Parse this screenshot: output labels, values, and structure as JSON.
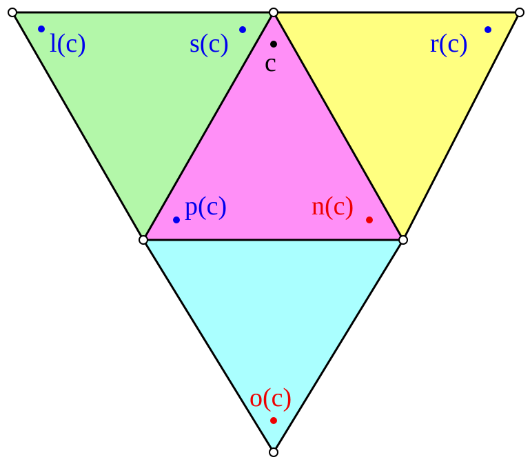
{
  "colors": {
    "left_triangle": "#b3f7a9",
    "right_triangle": "#ffff80",
    "center_triangle": "#ff8ff7",
    "bottom_triangle": "#aaffff",
    "blue": "#0000ee",
    "red": "#ee0000",
    "black": "#000000"
  },
  "labels": {
    "l": "l(c)",
    "s": "s(c)",
    "c": "c",
    "r": "r(c)",
    "p": "p(c)",
    "n": "n(c)",
    "o": "o(c)"
  }
}
